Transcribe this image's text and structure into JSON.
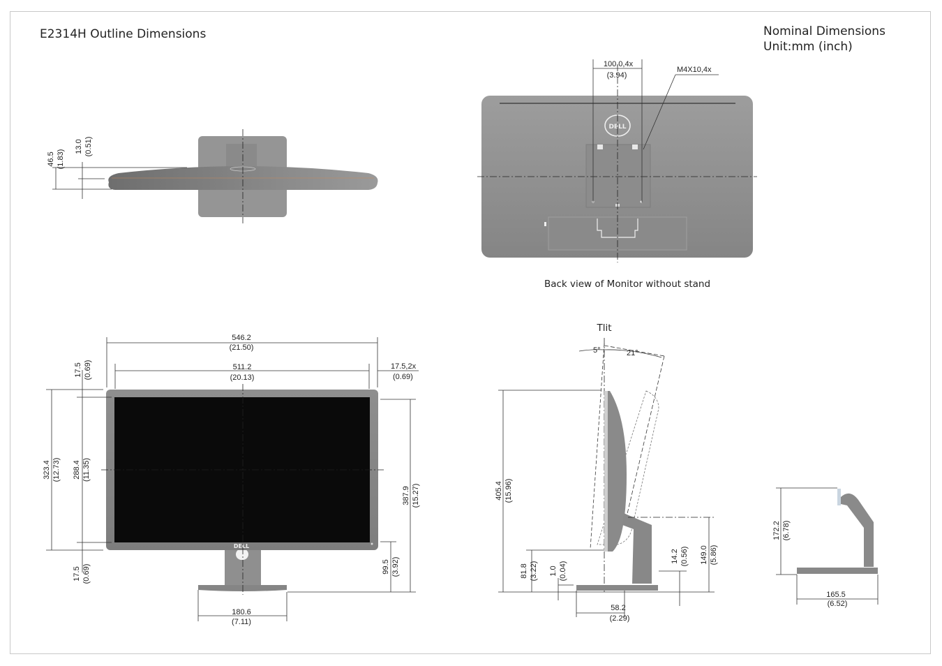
{
  "title": "E2314H Outline Dimensions",
  "nominal": {
    "line1": "Nominal Dimensions",
    "line2": "Unit:mm (inch)"
  },
  "back_view": {
    "caption": "Back view of Monitor without stand",
    "logo": "DELL"
  },
  "front_view": {
    "logo": "DELL"
  },
  "side_view": {
    "tilt_label": "Tlit",
    "tilt_forward": "5°",
    "tilt_back": "21°"
  },
  "colors": {
    "body": "#8f8f8f",
    "body_dark": "#7a7a7a",
    "screen": "#0a0a0a",
    "line": "#333333"
  },
  "dims": {
    "top_depth": [
      "46.5",
      "(1.83)"
    ],
    "top_panel": [
      "13.0",
      "(0.51)"
    ],
    "vesa": [
      "100.0,4x",
      "(3.94)"
    ],
    "screw": "M4X10,4x",
    "width": [
      "546.2",
      "(21.50)"
    ],
    "active_w": [
      "511.2",
      "(20.13)"
    ],
    "bezel_side": [
      "17.5,2x",
      "(0.69)"
    ],
    "bezel_top": [
      "17.5",
      "(0.69)"
    ],
    "height": [
      "323.4",
      "(12.73)"
    ],
    "active_h": [
      "288.4",
      "(11.35)"
    ],
    "bezel_bottom": [
      "17.5",
      "(0.69)"
    ],
    "total_h": [
      "387.9",
      "(15.27)"
    ],
    "neck_h": [
      "99.5",
      "(3.92)"
    ],
    "base_w": [
      "180.6",
      "(7.11)"
    ],
    "max_h": [
      "405.4",
      "(15.96)"
    ],
    "bottom_clear": [
      "81.8",
      "(3.22)"
    ],
    "base_thick": [
      "1.0",
      "(0.04)"
    ],
    "base_depth": [
      "58.2",
      "(2.29)"
    ],
    "hinge_to_base": [
      "14.2",
      "(0.56)"
    ],
    "hinge_h": [
      "149.0",
      "(5.86)"
    ],
    "stand_h": [
      "172.2",
      "(6.78)"
    ],
    "stand_d": [
      "165.5",
      "(6.52)"
    ]
  }
}
